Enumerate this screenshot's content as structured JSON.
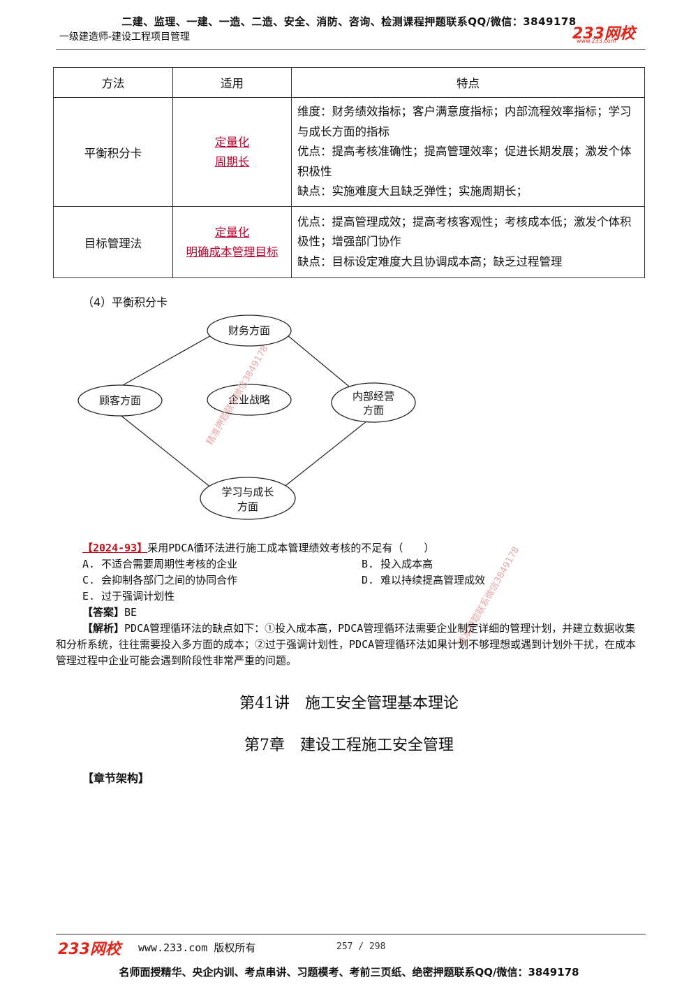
{
  "header": {
    "promo_top": "二建、监理、一建、一造、二造、安全、消防、咨询、检测课程押题联系QQ/微信：3849178",
    "subtitle": "一级建造师-建设工程项目管理",
    "logo": "233网校",
    "logo_url": "www.233.com"
  },
  "table": {
    "headers": [
      "方法",
      "适用",
      "特点"
    ],
    "rows": [
      {
        "method": "平衡积分卡",
        "applicable": [
          "定量化",
          "周期长"
        ],
        "features": [
          "维度：财务绩效指标；客户满意度指标；内部流程效率指标；学习与成长方面的指标",
          "优点：提高考核准确性；提高管理效率；促进长期发展；激发个体积极性",
          "缺点：实施难度大且缺乏弹性；实施周期长；"
        ]
      },
      {
        "method": "目标管理法",
        "applicable": [
          "定量化",
          "明确成本管理目标"
        ],
        "features": [
          "优点：提高管理成效；提高考核客观性；考核成本低；激发个体积极性；增强部门协作",
          "缺点：目标设定难度大且协调成本高；缺乏过程管理"
        ]
      }
    ]
  },
  "section4_title": "（4）平衡积分卡",
  "diagram": {
    "top": "财务方面",
    "left": "顾客方面",
    "center": "企业战略",
    "right_line1": "内部经营",
    "right_line2": "方面",
    "bottom_line1": "学习与成长",
    "bottom_line2": "方面"
  },
  "question": {
    "tag": "【2024-93】",
    "stem": "采用PDCA循环法进行施工成本管理绩效考核的不足有（　　）",
    "options": {
      "A": "A. 不适合需要周期性考核的企业",
      "B": "B. 投入成本高",
      "C": "C. 会抑制各部门之间的协同合作",
      "D": "D. 难以持续提高管理成效",
      "E": "E. 过于强调计划性"
    },
    "answer_label": "【答案】",
    "answer": "BE",
    "analysis_label": "【解析】",
    "analysis": "PDCA管理循环法的缺点如下：①投入成本高，PDCA管理循环法需要企业制定详细的管理计划，并建立数据收集和分析系统，往往需要投入多方面的成本；②过于强调计划性，PDCA管理循环法如果计划不够理想或遇到计划外干扰，在成本管理过程中企业可能会遇到阶段性非常严重的问题。"
  },
  "lecture_title": "第41讲　施工安全管理基本理论",
  "chapter_title": "第7章　建设工程施工安全管理",
  "structure_label": "【章节架构】",
  "watermark": "精准押题联系微信3849178",
  "footer": {
    "logo": "233网校",
    "site": "www.233.com 版权所有",
    "page": "257 / 298",
    "promo": "名师面授精华、央企内训、考点串讲、习题模考、考前三页纸、绝密押题联系QQ/微信：3849178"
  },
  "colors": {
    "brand_red": "#e0251b",
    "highlight_red": "#b8002e"
  }
}
